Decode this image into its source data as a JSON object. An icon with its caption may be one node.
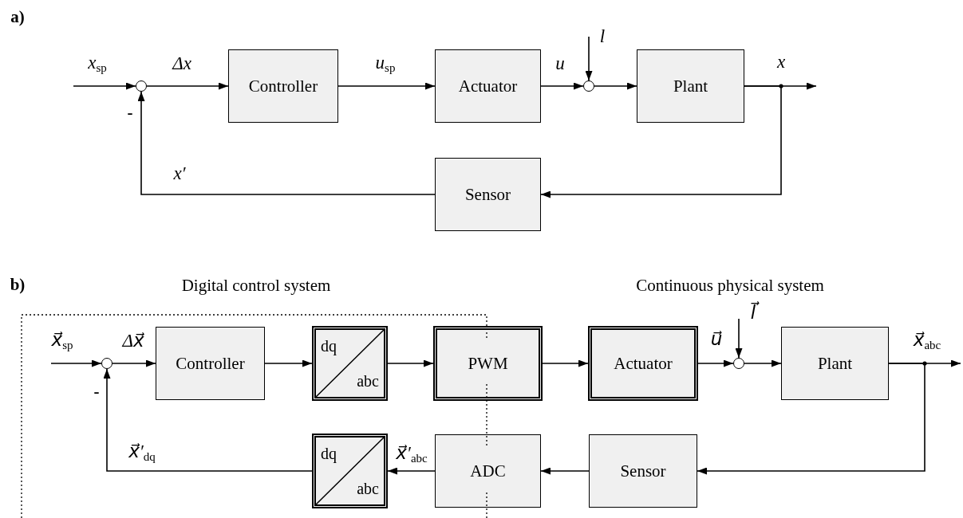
{
  "diagram": {
    "nodes": [
      {
        "text": [],
        "shape": "circle"
      },
      {
        "text": [
          "Controller"
        ]
      },
      {
        "text": [
          "Actuator"
        ]
      },
      {
        "text": [],
        "shape": "circle"
      },
      {
        "text": [
          "Plant"
        ]
      },
      {
        "text": [
          "Sensor"
        ]
      },
      {
        "text": [],
        "shape": "circle"
      },
      {
        "text": [
          "Controller"
        ]
      },
      {
        "text": [
          "dq",
          "abc"
        ]
      },
      {
        "text": [
          "PWM"
        ]
      },
      {
        "text": [
          "Actuator"
        ]
      },
      {
        "text": [],
        "shape": "circle"
      },
      {
        "text": [
          "Plant"
        ]
      },
      {
        "text": [
          "dq",
          "abc"
        ]
      },
      {
        "text": [
          "ADC"
        ]
      },
      {
        "text": [
          "Sensor"
        ]
      }
    ],
    "edges": [
      {
        "from": null,
        "to": 0,
        "arrow": "to",
        "label": "x$_{sp}$"
      },
      {
        "from": 0,
        "to": 1,
        "arrow": "to",
        "label": "Δx"
      },
      {
        "from": 1,
        "to": 2,
        "arrow": "to",
        "label": "u$_{sp}$"
      },
      {
        "from": 2,
        "to": 3,
        "arrow": "to",
        "label": "u"
      },
      {
        "from": null,
        "to": 3,
        "arrow": "to",
        "label": "l"
      },
      {
        "from": 3,
        "to": 4,
        "arrow": "to"
      },
      {
        "from": 4,
        "to": null,
        "arrow": "to",
        "label": "x"
      },
      {
        "from": 4,
        "to": 5,
        "arrow": "to"
      },
      {
        "from": 5,
        "to": 0,
        "arrow": "to",
        "label": "x′"
      },
      {
        "from": null,
        "to": 6,
        "arrow": "to",
        "label": "x⃗$_{sp}$"
      },
      {
        "from": 6,
        "to": 7,
        "arrow": "to",
        "label": "Δx⃗"
      },
      {
        "from": 7,
        "to": 8,
        "arrow": "to"
      },
      {
        "from": 8,
        "to": 9,
        "arrow": "to"
      },
      {
        "from": 9,
        "to": 10,
        "arrow": "to"
      },
      {
        "from": 10,
        "to": 11,
        "arrow": "to",
        "label": "u⃗"
      },
      {
        "from": null,
        "to": 11,
        "arrow": "to",
        "label": "l⃗"
      },
      {
        "from": 11,
        "to": 12,
        "arrow": "to"
      },
      {
        "from": 12,
        "to": null,
        "arrow": "to",
        "label": "x⃗$_{abc}$"
      },
      {
        "from": 12,
        "to": 15,
        "arrow": "to"
      },
      {
        "from": 15,
        "to": 14,
        "arrow": "to"
      },
      {
        "from": 14,
        "to": 13,
        "arrow": "to",
        "label": "x⃗′$_{abc}$"
      },
      {
        "from": 13,
        "to": 6,
        "arrow": "to",
        "label": "x⃗′$_{dq}$"
      }
    ],
    "labels": [
      "a)",
      "-",
      "b)",
      "Digital control system",
      "Continuous physical system",
      "-"
    ]
  }
}
